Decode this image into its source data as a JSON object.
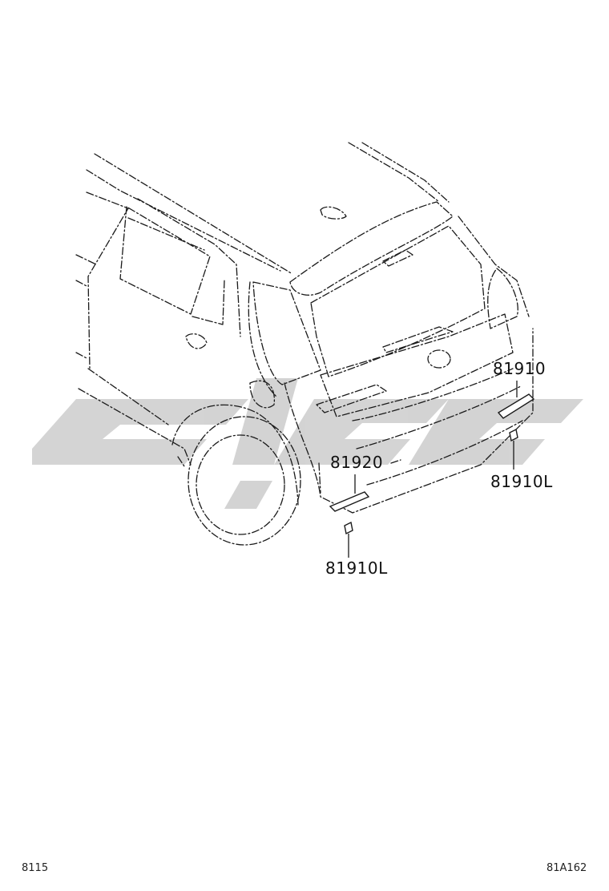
{
  "callouts": {
    "part_81910_upper": "81910",
    "part_81910L_right": "81910L",
    "part_81920": "81920",
    "part_81910L_lower": "81910L"
  },
  "footer": {
    "page_number": "8115",
    "illustration_id": "81A162"
  },
  "watermark": {
    "color": "#cfcfcf"
  }
}
